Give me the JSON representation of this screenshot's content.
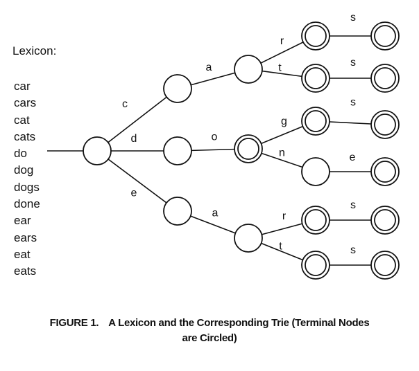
{
  "lexicon": {
    "title": "Lexicon:",
    "words": [
      "car",
      "cars",
      "cat",
      "cats",
      "do",
      "dog",
      "dogs",
      "done",
      "ear",
      "ears",
      "eat",
      "eats"
    ]
  },
  "trie": {
    "nodes": [
      {
        "id": "root",
        "terminal": false
      },
      {
        "id": "c",
        "terminal": false
      },
      {
        "id": "d",
        "terminal": false
      },
      {
        "id": "e",
        "terminal": false
      },
      {
        "id": "ca",
        "terminal": false
      },
      {
        "id": "do",
        "terminal": true
      },
      {
        "id": "ea",
        "terminal": false
      },
      {
        "id": "car",
        "terminal": true
      },
      {
        "id": "cat",
        "terminal": true
      },
      {
        "id": "dog",
        "terminal": true
      },
      {
        "id": "don",
        "terminal": false
      },
      {
        "id": "ear",
        "terminal": true
      },
      {
        "id": "eat",
        "terminal": true
      },
      {
        "id": "cars",
        "terminal": true
      },
      {
        "id": "cats",
        "terminal": true
      },
      {
        "id": "dogs",
        "terminal": true
      },
      {
        "id": "done",
        "terminal": true
      },
      {
        "id": "ears",
        "terminal": true
      },
      {
        "id": "eats",
        "terminal": true
      }
    ],
    "edges": [
      {
        "from": "root",
        "to": "c",
        "label": "c"
      },
      {
        "from": "root",
        "to": "d",
        "label": "d"
      },
      {
        "from": "root",
        "to": "e",
        "label": "e"
      },
      {
        "from": "c",
        "to": "ca",
        "label": "a"
      },
      {
        "from": "d",
        "to": "do",
        "label": "o"
      },
      {
        "from": "e",
        "to": "ea",
        "label": "a"
      },
      {
        "from": "ca",
        "to": "car",
        "label": "r"
      },
      {
        "from": "ca",
        "to": "cat",
        "label": "t"
      },
      {
        "from": "do",
        "to": "dog",
        "label": "g"
      },
      {
        "from": "do",
        "to": "don",
        "label": "n"
      },
      {
        "from": "ea",
        "to": "ear",
        "label": "r"
      },
      {
        "from": "ea",
        "to": "eat",
        "label": "t"
      },
      {
        "from": "car",
        "to": "cars",
        "label": "s"
      },
      {
        "from": "cat",
        "to": "cats",
        "label": "s"
      },
      {
        "from": "dog",
        "to": "dogs",
        "label": "s"
      },
      {
        "from": "don",
        "to": "done",
        "label": "e"
      },
      {
        "from": "ear",
        "to": "ears",
        "label": "s"
      },
      {
        "from": "eat",
        "to": "eats",
        "label": "s"
      }
    ]
  },
  "caption": {
    "label": "FIGURE 1.",
    "line1": "A Lexicon and the Corresponding Trie (Terminal Nodes",
    "line2": "are Circled)"
  }
}
